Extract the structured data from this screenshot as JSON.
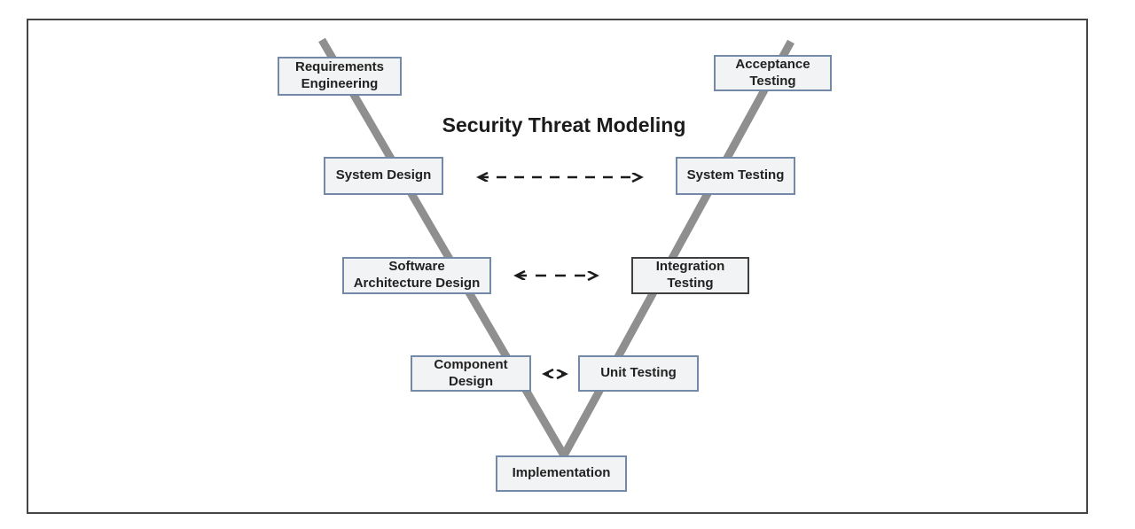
{
  "title": "Security Threat Modeling",
  "colors": {
    "box_fill": "#f2f3f4",
    "box_border": "#7389a8",
    "integration_box_border": "#3f3f3f",
    "v_line": "#8f8f8f",
    "arrow": "#1c1c1c",
    "frame_border": "#454545"
  },
  "boxes": {
    "requirements_engineering": {
      "line1": "Requirements",
      "line2": "Engineering"
    },
    "acceptance_testing": {
      "line1": "Acceptance",
      "line2": "Testing"
    },
    "system_design": {
      "line1": "System Design"
    },
    "system_testing": {
      "line1": "System Testing"
    },
    "software_architecture_design": {
      "line1": "Software",
      "line2": "Architecture Design"
    },
    "integration_testing": {
      "line1": "Integration",
      "line2": "Testing"
    },
    "component_design": {
      "line1": "Component",
      "line2": "Design"
    },
    "unit_testing": {
      "line1": "Unit Testing"
    },
    "implementation": {
      "line1": "Implementation"
    }
  }
}
